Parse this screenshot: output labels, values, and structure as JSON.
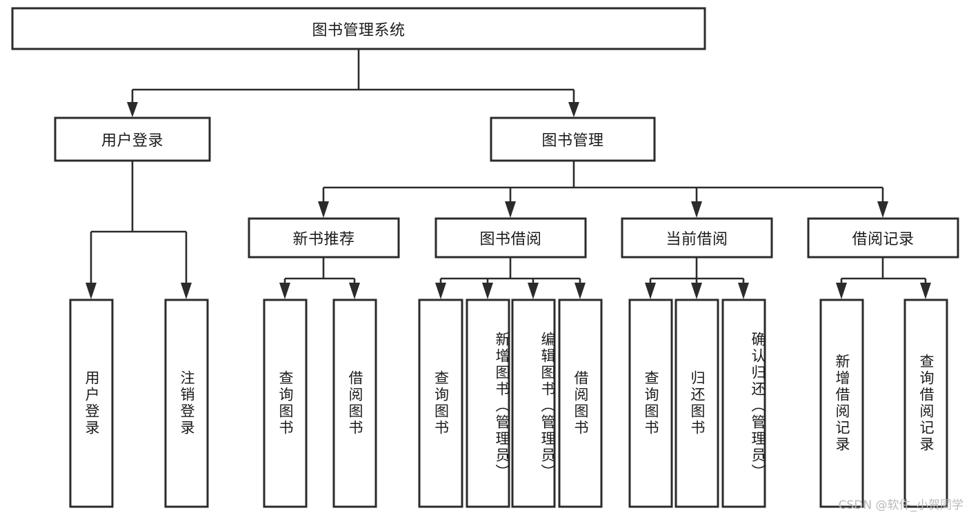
{
  "diagram": {
    "title": "图书管理系统",
    "type": "tree",
    "orientation": "top-down",
    "colors": {
      "stroke": "#2b2b2b",
      "fill": "#ffffff",
      "text": "#1b1b1b",
      "watermark": "#b9b9b9",
      "background": "#ffffff"
    },
    "root": {
      "id": "root",
      "label": "图书管理系统"
    },
    "level2": [
      {
        "id": "user-login",
        "label": "用户登录"
      },
      {
        "id": "book-manage",
        "label": "图书管理"
      }
    ],
    "level3": [
      {
        "id": "new-book-recommend",
        "label": "新书推荐",
        "parent": "book-manage"
      },
      {
        "id": "book-borrow",
        "label": "图书借阅",
        "parent": "book-manage"
      },
      {
        "id": "current-borrow",
        "label": "当前借阅",
        "parent": "book-manage"
      },
      {
        "id": "borrow-record",
        "label": "借阅记录",
        "parent": "book-manage"
      }
    ],
    "leaves": [
      {
        "id": "leaf-user-login",
        "label": "用户登录",
        "parent": "user-login"
      },
      {
        "id": "leaf-user-logout",
        "label": "注销登录",
        "parent": "user-login"
      },
      {
        "id": "leaf-query-book-1",
        "label": "查询图书",
        "parent": "new-book-recommend"
      },
      {
        "id": "leaf-borrow-book-1",
        "label": "借阅图书",
        "parent": "new-book-recommend"
      },
      {
        "id": "leaf-query-book-2",
        "label": "查询图书",
        "parent": "book-borrow"
      },
      {
        "id": "leaf-add-book",
        "label": "新增图书（管理员）",
        "parent": "book-borrow"
      },
      {
        "id": "leaf-edit-book",
        "label": "编辑图书（管理员）",
        "parent": "book-borrow"
      },
      {
        "id": "leaf-borrow-book-2",
        "label": "借阅图书",
        "parent": "book-borrow"
      },
      {
        "id": "leaf-query-book-3",
        "label": "查询图书",
        "parent": "current-borrow"
      },
      {
        "id": "leaf-return-book",
        "label": "归还图书",
        "parent": "current-borrow"
      },
      {
        "id": "leaf-confirm-return",
        "label": "确认归还（管理员）",
        "parent": "current-borrow"
      },
      {
        "id": "leaf-add-record",
        "label": "新增借阅记录",
        "parent": "borrow-record"
      },
      {
        "id": "leaf-query-record",
        "label": "查询借阅记录",
        "parent": "borrow-record"
      }
    ]
  },
  "watermark": {
    "text": "CSDN @软件_小贺同学"
  }
}
